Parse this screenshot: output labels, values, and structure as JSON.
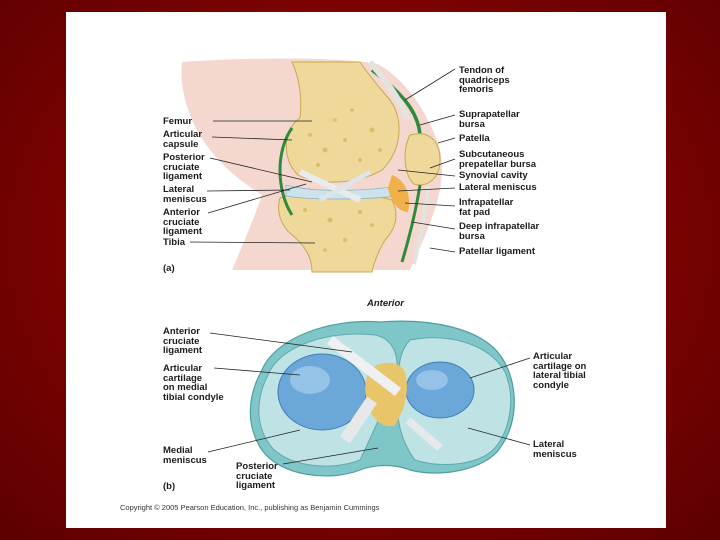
{
  "slide": {
    "panel_a": {
      "letter": "(a)",
      "left_labels": {
        "femur": "Femur",
        "articular_capsule": "Articular\ncapsule",
        "posterior_cruciate_ligament": "Posterior\ncruciate\nligament",
        "lateral_meniscus": "Lateral\nmeniscus",
        "anterior_cruciate_ligament": "Anterior\ncruciate\nligament",
        "tibia": "Tibia"
      },
      "right_labels": {
        "tendon_quadriceps": "Tendon of\nquadriceps\nfemoris",
        "suprapatellar_bursa": "Suprapatellar\nbursa",
        "patella": "Patella",
        "subcutaneous_bursa": "Subcutaneous\nprepatellar bursa",
        "synovial_cavity": "Synovial cavity",
        "lateral_meniscus": "Lateral meniscus",
        "infrapatellar_fat_pad": "Infrapatellar\nfat pad",
        "deep_infrapatellar_bursa": "Deep infrapatellar\nbursa",
        "patellar_ligament": "Patellar ligament"
      }
    },
    "panel_b": {
      "letter": "(b)",
      "top_label": "Anterior",
      "labels": {
        "anterior_cruciate_ligament": "Anterior\ncruciate\nligament",
        "articular_cartilage_medial": "Articular\ncartilage\non medial\ntibial condyle",
        "medial_meniscus": "Medial\nmeniscus",
        "posterior_cruciate_ligament": "Posterior\ncruciate\nligament",
        "articular_cartilage_lateral": "Articular\ncartilage on\nlateral tibial\ncondyle",
        "lateral_meniscus": "Lateral\nmeniscus"
      }
    },
    "copyright": "Copyright © 2005 Pearson Education, Inc., publishing as Benjamin Cummings"
  }
}
